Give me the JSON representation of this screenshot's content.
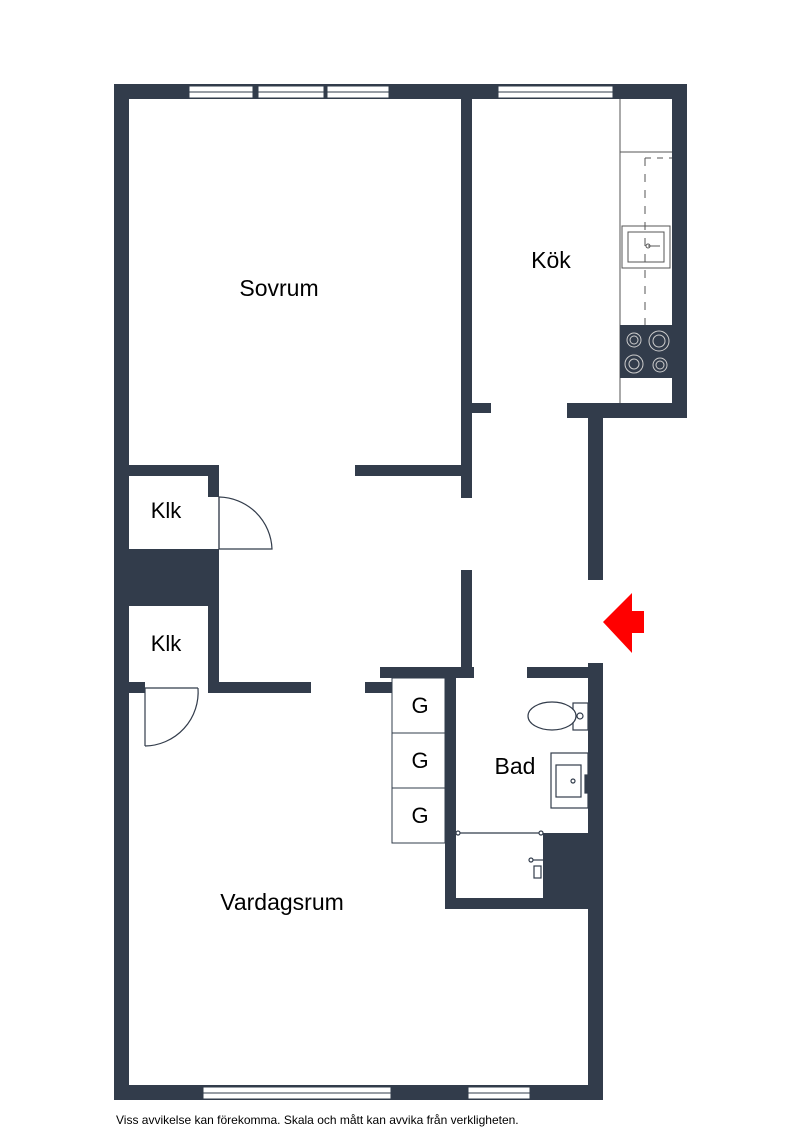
{
  "rooms": {
    "sovrum": "Sovrum",
    "kok": "Kök",
    "klk_upper": "Klk",
    "klk_lower": "Klk",
    "bad": "Bad",
    "vardagsrum": "Vardagsrum"
  },
  "wardrobes": [
    "G",
    "G",
    "G"
  ],
  "disclaimer": "Viss avvikelse kan förekomma. Skala och mått kan avvika från verkligheten.",
  "colors": {
    "wall": "#323c4b",
    "entrance_arrow": "#ff0000",
    "fixture_line": "#555555"
  },
  "icons": {
    "entrance": "entrance-arrow-icon",
    "stove": "stove-icon",
    "sink": "sink-icon",
    "toilet": "toilet-icon",
    "shower": "shower-icon"
  }
}
